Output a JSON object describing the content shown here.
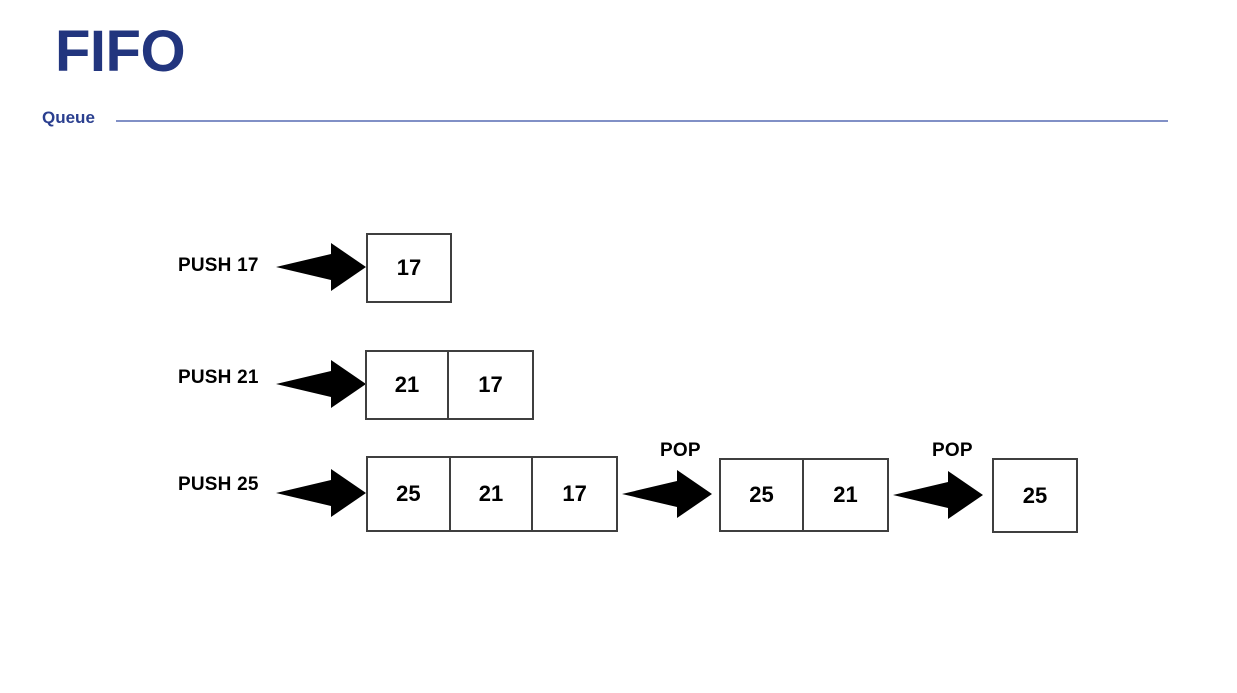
{
  "slide": {
    "title": "FIFO",
    "subtitle": "Queue",
    "title_color": "#22357e",
    "subtitle_color": "#2a3f8f",
    "rule_color": "#8190c6",
    "background_color": "#ffffff",
    "box_border_color": "#3f3f3f",
    "arrow_color": "#000000"
  },
  "diagram": {
    "type": "queue-fifo-operations",
    "rows": [
      {
        "id": "row-push-17",
        "label": "PUSH 17",
        "arrow": "right-arrow",
        "queue": [
          "17"
        ]
      },
      {
        "id": "row-push-21",
        "label": "PUSH 21",
        "arrow": "right-arrow",
        "queue": [
          "21",
          "17"
        ]
      },
      {
        "id": "row-push-25",
        "label": "PUSH 25",
        "arrow": "right-arrow",
        "queue": [
          "25",
          "21",
          "17"
        ]
      }
    ],
    "pops": [
      {
        "id": "pop-1",
        "label": "POP",
        "arrow": "right-arrow",
        "queue": [
          "25",
          "21"
        ]
      },
      {
        "id": "pop-2",
        "label": "POP",
        "arrow": "right-arrow",
        "queue": [
          "25"
        ]
      }
    ]
  }
}
